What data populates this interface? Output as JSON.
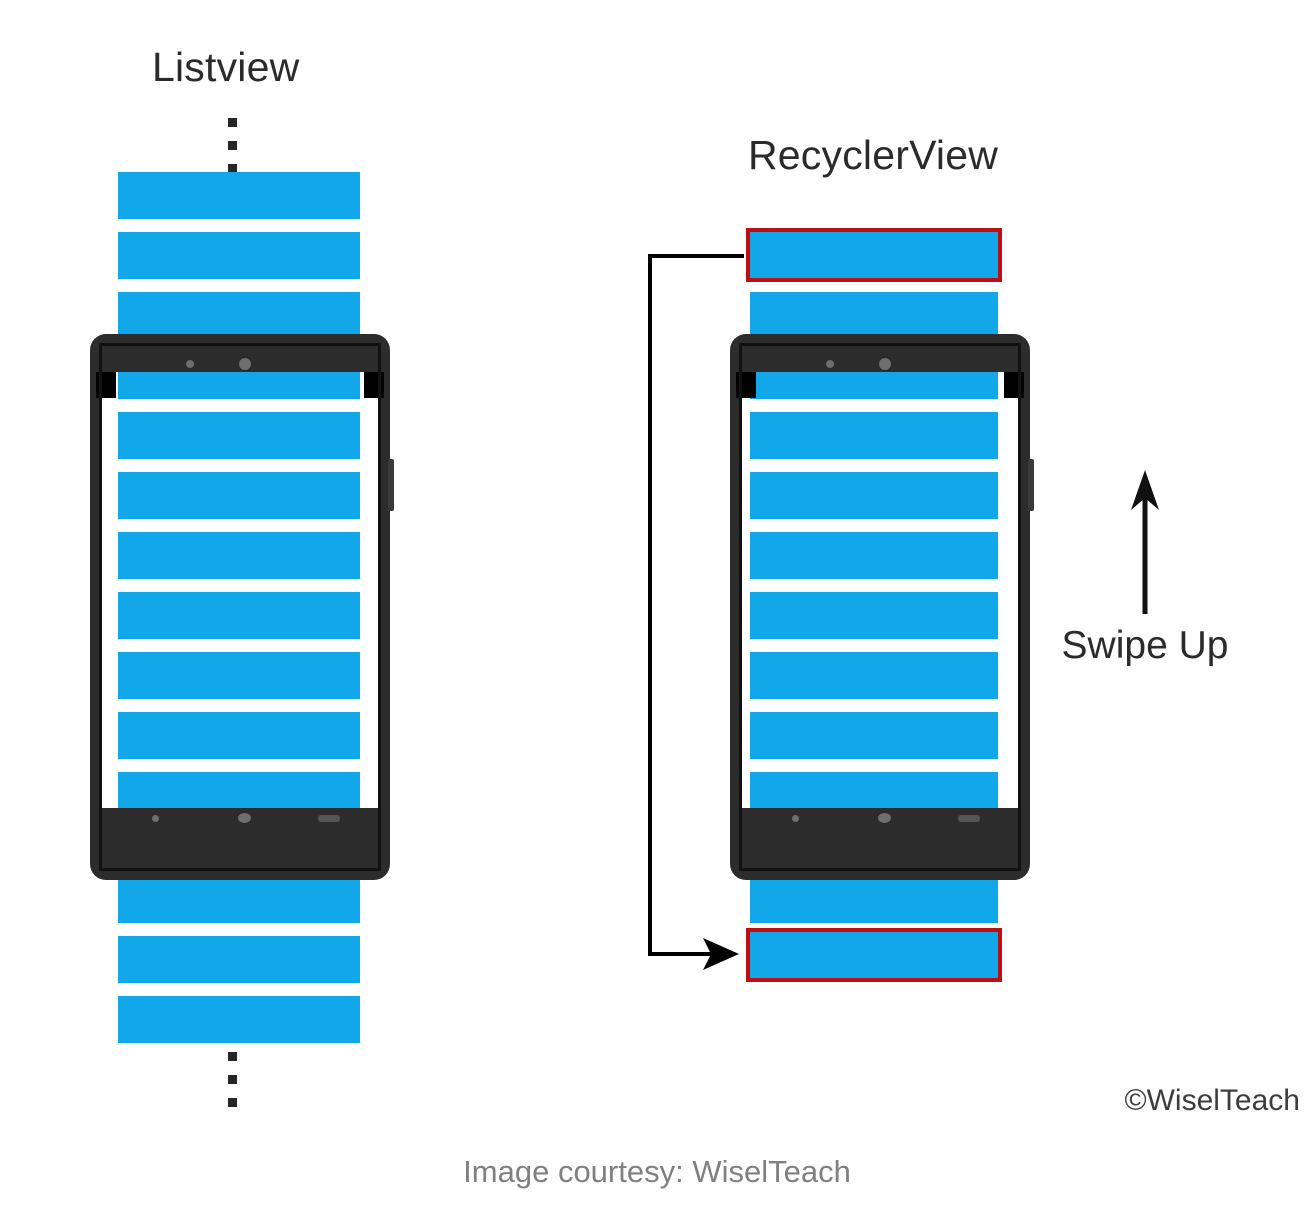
{
  "figure": {
    "caption": "Image courtesy: WiselTeach",
    "watermark": "©WiselTeach",
    "colors": {
      "item_blue": "#11a7e8",
      "highlight_red": "#c00d11",
      "phone_frame": "#2c2c2c",
      "text_dark": "#2b2b2b",
      "caption_gray": "#808080"
    }
  },
  "panels": [
    {
      "id": "listview",
      "title": "Listview",
      "ellipsis_top": "⋮",
      "ellipsis_bottom": "⋮",
      "items_above_viewport": 3,
      "items_in_viewport": 8,
      "items_below_viewport": 3,
      "total_items_drawn": 14
    },
    {
      "id": "recyclerview",
      "title": "RecyclerView",
      "items_above_viewport": 2,
      "items_in_viewport": 8,
      "items_below_viewport": 2,
      "total_items_drawn": 12,
      "recycled_item_top_index": 0,
      "recycled_item_bottom_index": 11
    }
  ],
  "annotations": {
    "swipe_label": "Swipe Up",
    "swipe_direction": "up",
    "recycle_arrow": "top item is recycled to the bottom"
  }
}
